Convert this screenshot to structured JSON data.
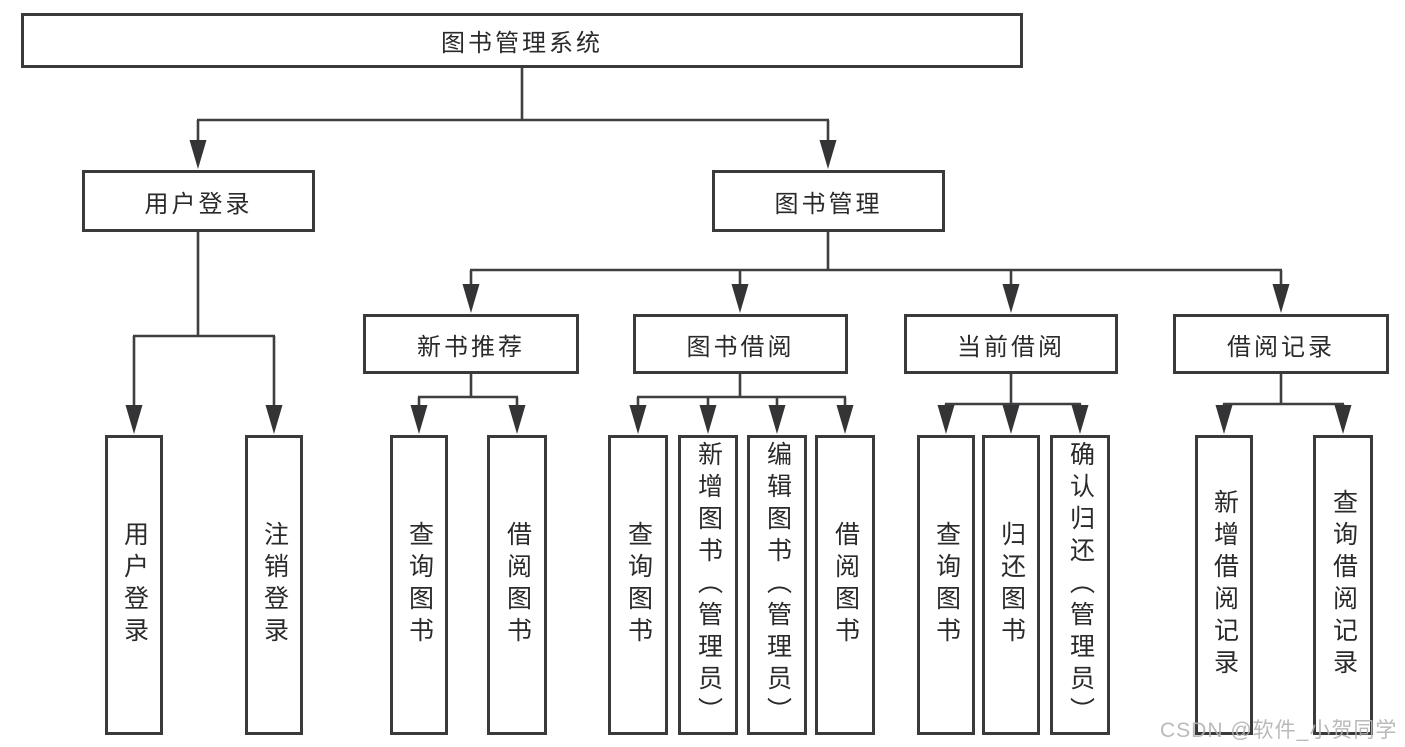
{
  "diagram": {
    "root": "图书管理系统",
    "branches": [
      {
        "label": "用户登录",
        "children": [
          "用户登录",
          "注销登录"
        ]
      },
      {
        "label": "图书管理",
        "children": [
          {
            "label": "新书推荐",
            "children": [
              "查询图书",
              "借阅图书"
            ]
          },
          {
            "label": "图书借阅",
            "children": [
              "查询图书",
              "新增图书（管理员）",
              "编辑图书（管理员）",
              "借阅图书"
            ]
          },
          {
            "label": "当前借阅",
            "children": [
              "查询图书",
              "归还图书",
              "确认归还（管理员）"
            ]
          },
          {
            "label": "借阅记录",
            "children": [
              "新增借阅记录",
              "查询借阅记录"
            ]
          }
        ]
      }
    ]
  },
  "watermark": "CSDN @软件_小贺同学",
  "colors": {
    "box_border": "#3a3a3c",
    "connector": "#3f3f41",
    "text": "#2a2a2c",
    "watermark": "#b2b2b4",
    "background": "#ffffff"
  }
}
